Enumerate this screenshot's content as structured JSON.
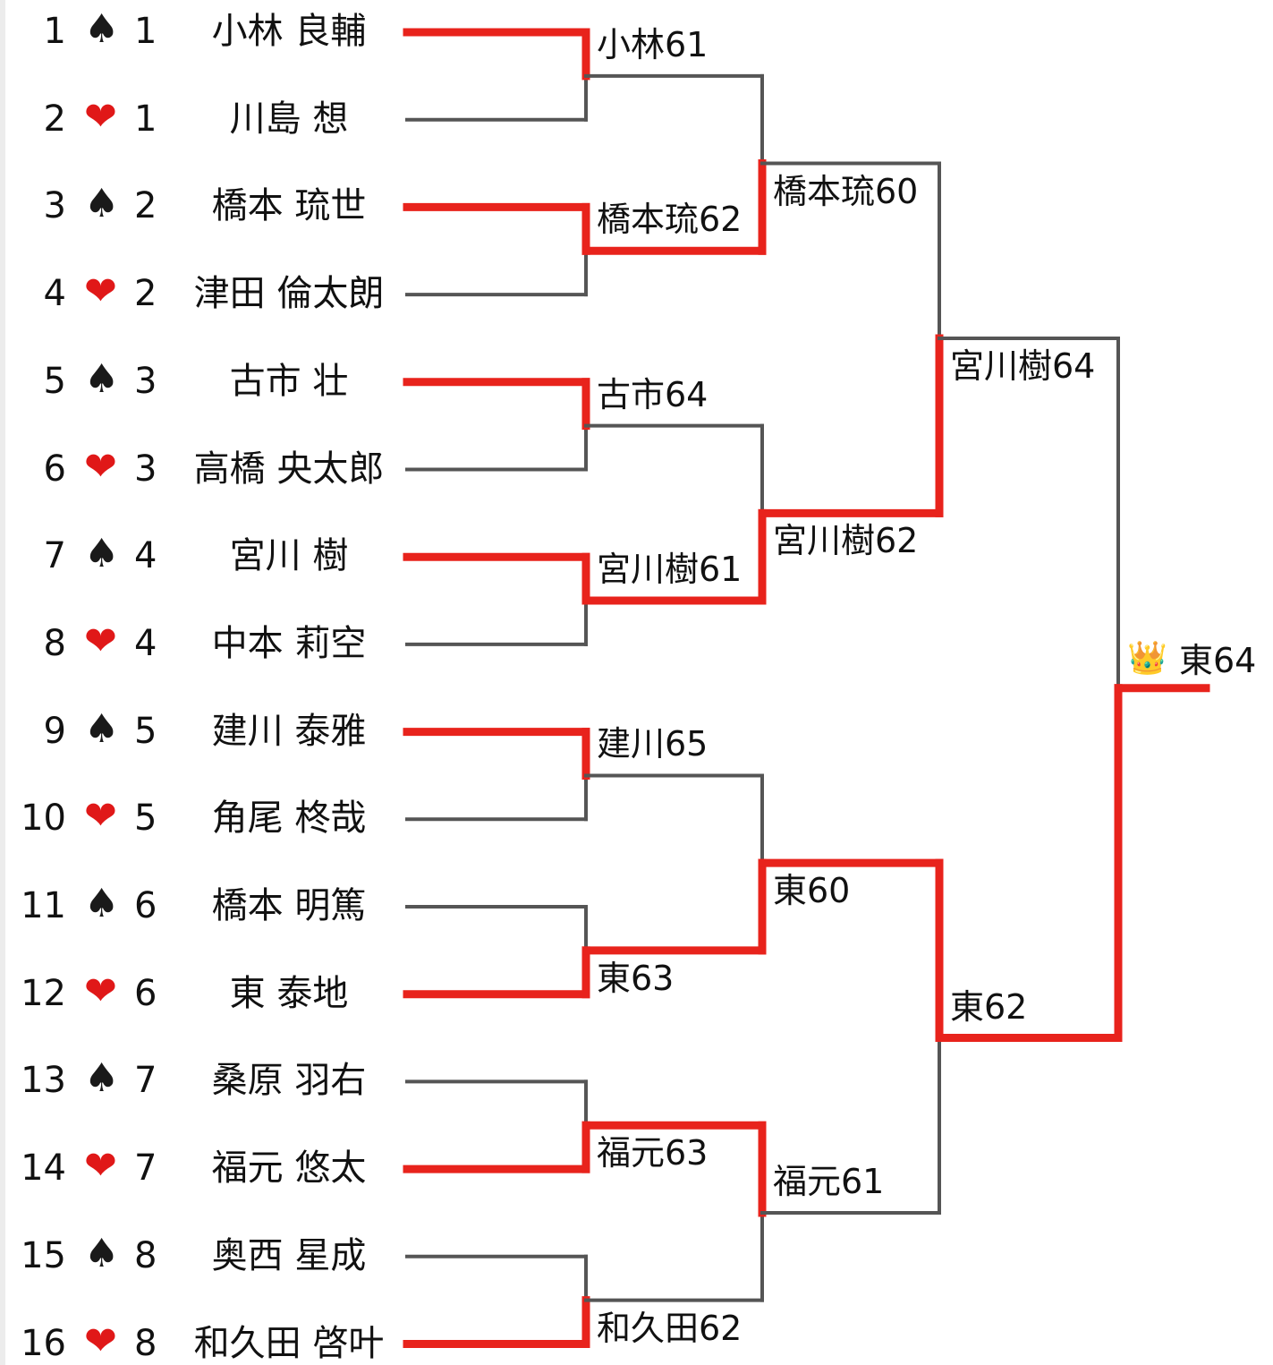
{
  "colors": {
    "line": "#555555",
    "winner_line": "#e8231c",
    "spade": "#1a1a1a",
    "heart": "#e01818"
  },
  "players": [
    {
      "seed": "1",
      "suit": "spade",
      "num": "1",
      "name": "小林 良輔"
    },
    {
      "seed": "2",
      "suit": "heart",
      "num": "1",
      "name": "川島 想"
    },
    {
      "seed": "3",
      "suit": "spade",
      "num": "2",
      "name": "橋本 琉世"
    },
    {
      "seed": "4",
      "suit": "heart",
      "num": "2",
      "name": "津田 倫太朗"
    },
    {
      "seed": "5",
      "suit": "spade",
      "num": "3",
      "name": "古市 壮"
    },
    {
      "seed": "6",
      "suit": "heart",
      "num": "3",
      "name": "高橋 央太郎"
    },
    {
      "seed": "7",
      "suit": "spade",
      "num": "4",
      "name": "宮川 樹"
    },
    {
      "seed": "8",
      "suit": "heart",
      "num": "4",
      "name": "中本 莉空"
    },
    {
      "seed": "9",
      "suit": "spade",
      "num": "5",
      "name": "建川 泰雅"
    },
    {
      "seed": "10",
      "suit": "heart",
      "num": "5",
      "name": "角尾 柊哉"
    },
    {
      "seed": "11",
      "suit": "spade",
      "num": "6",
      "name": "橋本 明篤"
    },
    {
      "seed": "12",
      "suit": "heart",
      "num": "6",
      "name": "東 泰地"
    },
    {
      "seed": "13",
      "suit": "spade",
      "num": "7",
      "name": "桑原 羽右"
    },
    {
      "seed": "14",
      "suit": "heart",
      "num": "7",
      "name": "福元 悠太"
    },
    {
      "seed": "15",
      "suit": "spade",
      "num": "8",
      "name": "奥西 星成"
    },
    {
      "seed": "16",
      "suit": "heart",
      "num": "8",
      "name": "和久田 啓叶"
    }
  ],
  "rounds": [
    [
      {
        "label": "小林61",
        "winner": "top"
      },
      {
        "label": "橋本琉62",
        "winner": "top"
      },
      {
        "label": "古市64",
        "winner": "top"
      },
      {
        "label": "宮川樹61",
        "winner": "top"
      },
      {
        "label": "建川65",
        "winner": "top"
      },
      {
        "label": "東63",
        "winner": "bottom"
      },
      {
        "label": "福元63",
        "winner": "bottom"
      },
      {
        "label": "和久田62",
        "winner": "bottom"
      }
    ],
    [
      {
        "label": "橋本琉60",
        "winner": "bottom"
      },
      {
        "label": "宮川樹62",
        "winner": "bottom"
      },
      {
        "label": "東60",
        "winner": "bottom"
      },
      {
        "label": "福元61",
        "winner": "top"
      }
    ],
    [
      {
        "label": "宮川樹64",
        "winner": "bottom"
      },
      {
        "label": "東62",
        "winner": "top"
      }
    ],
    [
      {
        "label": "東64",
        "winner": "bottom",
        "icon": "crown-icon"
      }
    ]
  ],
  "suit_glyphs": {
    "spade": "♠",
    "heart": "❤"
  },
  "crown_glyph": "👑"
}
